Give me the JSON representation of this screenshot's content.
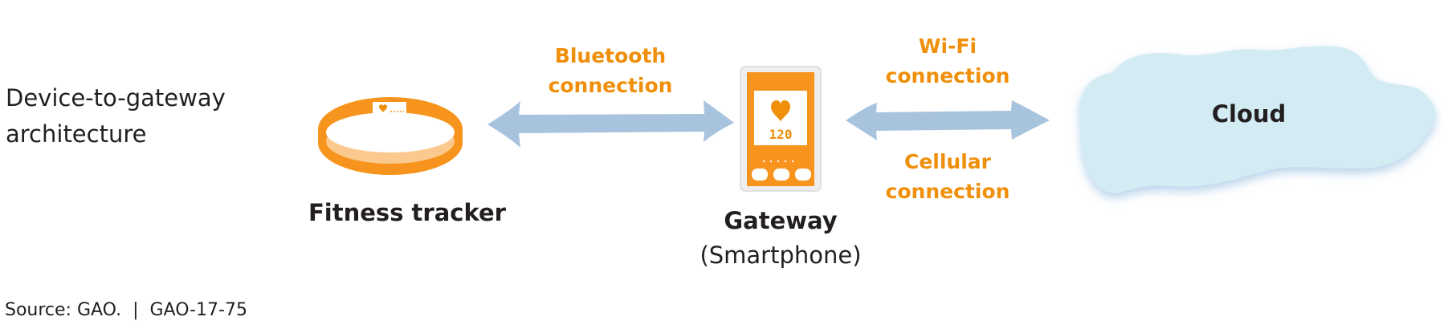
{
  "diagram": {
    "title_lines": [
      "Device-to-gateway",
      "architecture"
    ],
    "nodes": {
      "fitness_tracker": {
        "label": "Fitness tracker",
        "icon": "fitness-band-icon"
      },
      "gateway": {
        "label": "Gateway",
        "sublabel": "(Smartphone)",
        "icon": "smartphone-icon",
        "screen_value": "120"
      },
      "cloud": {
        "label": "Cloud",
        "icon": "cloud-icon"
      }
    },
    "connections": {
      "tracker_to_gateway": {
        "lines": [
          "Bluetooth",
          "connection"
        ],
        "direction": "bidirectional"
      },
      "gateway_to_cloud_top": {
        "lines": [
          "Wi-Fi",
          "connection"
        ]
      },
      "gateway_to_cloud_bottom": {
        "lines": [
          "Cellular",
          "connection"
        ]
      },
      "gateway_to_cloud_direction": "bidirectional"
    },
    "source": "Source: GAO.  |  GAO-17-75",
    "colors": {
      "accent_orange": "#f7941d",
      "label_orange": "#ef8f0a",
      "band_inner": "#fbc98e",
      "arrow_blue": "#a7c3dd",
      "cloud_fill": "#d3ecf4",
      "cloud_edge": "#9cc3e2",
      "text_dark": "#231f20"
    }
  }
}
